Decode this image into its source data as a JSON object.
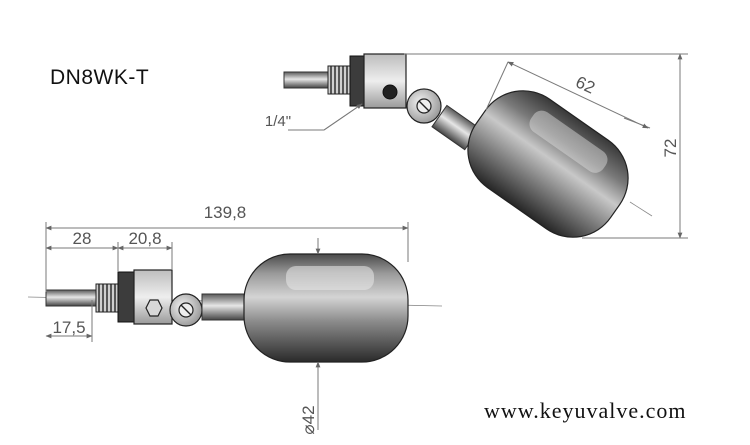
{
  "model_label": "DN8WK-T",
  "website": "www.keyuvalve.com",
  "dimensions": {
    "total_length": "139,8",
    "stem_length": "28",
    "fitting_width": "20,8",
    "rod_diameter": "17,5",
    "float_diameter": "⌀42",
    "float_length": "62",
    "height": "72",
    "thread": "1/4\""
  },
  "colors": {
    "dimension_line": "#7a7a7a",
    "body_dark": "#3a3a3a",
    "body_light": "#d0d0d0"
  }
}
